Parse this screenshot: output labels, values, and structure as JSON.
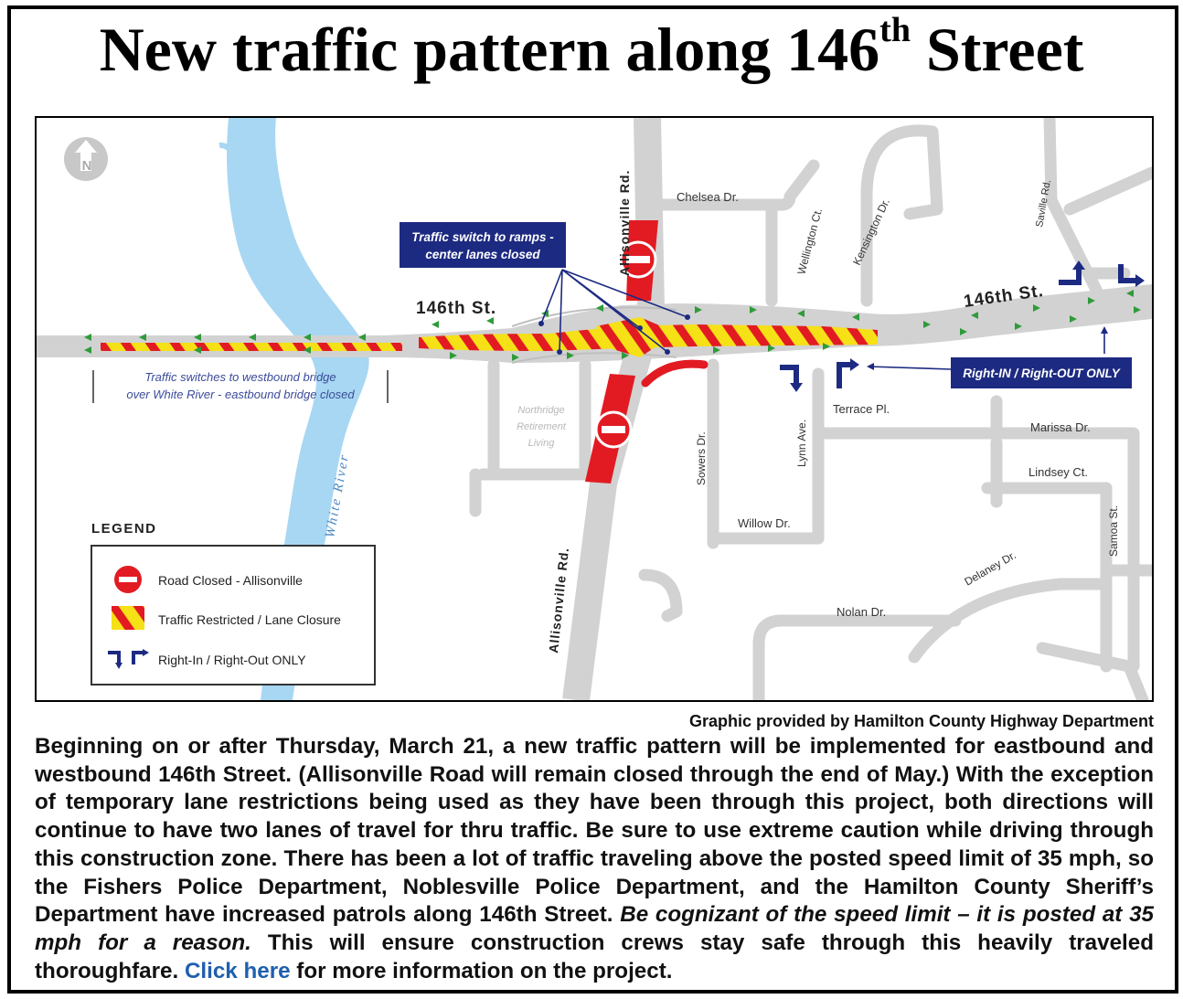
{
  "title": {
    "main": "New traffic pattern along 146",
    "superscript": "th",
    "suffix": " Street"
  },
  "map": {
    "north_letter": "N",
    "roads": {
      "allisonville_north": "Allisonville Rd.",
      "allisonville_south": "Allisonville Rd.",
      "st146_west": "146th St.",
      "st146_east": "146th St.",
      "chelsea": "Chelsea Dr.",
      "wellington": "Wellington Ct.",
      "kensington": "Kensington Dr.",
      "saville": "Saville Rd.",
      "sowers": "Sowers Dr.",
      "lynn": "Lynn Ave.",
      "terrace": "Terrace Pl.",
      "marissa": "Marissa Dr.",
      "lindsey": "Lindsey Ct.",
      "willow": "Willow Dr.",
      "delaney": "Delaney Dr.",
      "samoa": "Samoa St.",
      "nolan": "Nolan Dr."
    },
    "river_label": "White River",
    "place_label": [
      "Northridge",
      "Retirement",
      "Living"
    ],
    "callouts": {
      "traffic_switch": [
        "Traffic switch to ramps -",
        "center lanes closed"
      ],
      "westbound_bridge": [
        "Traffic switches to westbound bridge",
        "over White River - eastbound bridge closed"
      ],
      "right_in_out": "Right-IN / Right-OUT ONLY"
    },
    "legend": {
      "title": "LEGEND",
      "items": [
        {
          "label": "Road Closed - Allisonville",
          "icon": "road-closed-icon"
        },
        {
          "label": "Traffic Restricted / Lane Closure",
          "icon": "lane-closure-icon"
        },
        {
          "label": "Right-In / Right-Out ONLY",
          "icon": "right-in-out-icon"
        }
      ]
    },
    "colors": {
      "closed_red": "#e21b23",
      "hazard_yellow": "#f6e016",
      "navy": "#1d2a82",
      "road_gray": "#d2d2d2",
      "river_blue": "#a7d7f2",
      "arrow_green": "#2f9b3a"
    }
  },
  "credit": "Graphic provided by Hamilton County Highway Department",
  "body": {
    "part1": "Beginning on or after Thursday, March 21, a new traffic pattern will be implemented for eastbound and westbound 146th Street. (Allisonville Road will remain closed through the end of May.) With the exception of temporary lane restrictions being used as they have been through this project, both directions will continue to have two lanes of travel for thru traffic. Be sure to use extreme caution while driving through this construction zone. There has been a lot of traffic traveling above the posted speed limit of 35 mph, so the Fishers Police Department, Noblesville Police Department, and the Hamilton County Sheriff’s Department have increased patrols along 146th Street. ",
    "italic": "Be cognizant of the speed limit – it is posted at 35 mph for a reason.",
    "part2": " This will ensure construction crews stay safe through this heavily traveled thoroughfare. ",
    "link": "Click here",
    "part3": " for more information on the project."
  }
}
